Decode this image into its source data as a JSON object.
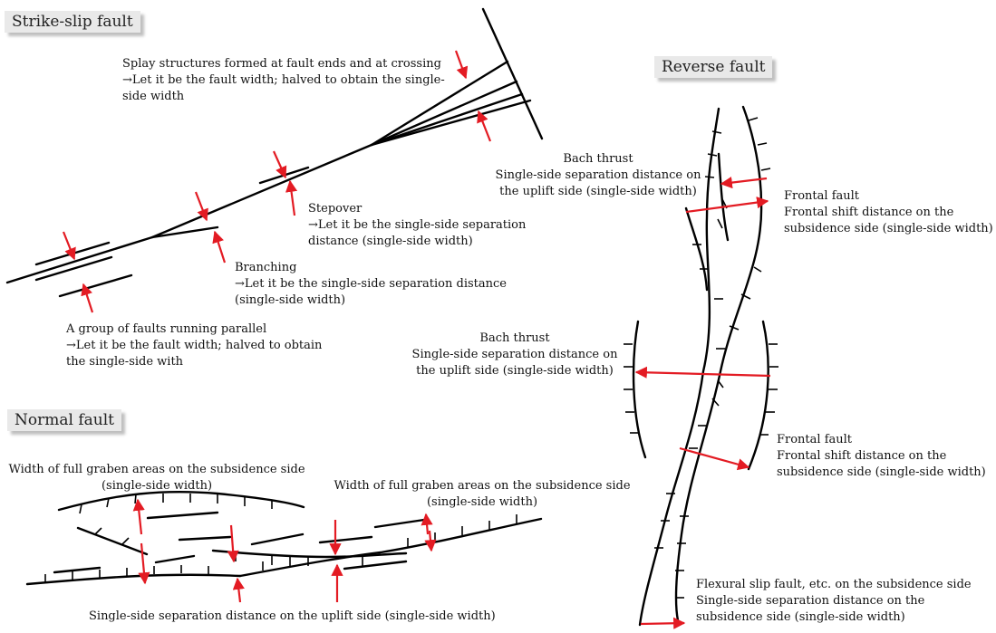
{
  "sections": {
    "strike_slip": "Strike-slip fault",
    "reverse": "Reverse fault",
    "normal": "Normal fault"
  },
  "labels": {
    "splay": "Splay structures formed at fault ends and at crossing\n→Let it be the fault width; halved to obtain the single-\nside width",
    "stepover": "Stepover\n→Let it be the single-side separation\ndistance (single-side width)",
    "branching": "Branching\n→Let it be the single-side separation distance\n(single-side width)",
    "parallel": "A group of faults running parallel\n→Let it be the fault width; halved to obtain\nthe single-side with",
    "bach_thrust_1": "Bach thrust\nSingle-side separation distance on\nthe uplift side (single-side width)",
    "frontal_fault_1": "Frontal fault\nFrontal shift distance on the\nsubsidence side (single-side width)",
    "bach_thrust_2": "Bach thrust\nSingle-side separation distance on\nthe uplift side (single-side width)",
    "frontal_fault_2": "Frontal fault\nFrontal shift distance on the\nsubsidence side (single-side width)",
    "flexural": "Flexural slip fault, etc. on the subsidence side\nSingle-side separation distance on the\nsubsidence side (single-side width)",
    "graben_left": "Width of full graben areas on the subsidence side\n(single-side width)",
    "graben_right": "Width of full graben areas on the subsidence side\n(single-side width)",
    "uplift_bottom": "Single-side separation distance on the uplift side (single-side width)"
  },
  "colors": {
    "fault": "#000000",
    "arrow": "#e31b23",
    "header_bg": "#e9e9e9"
  }
}
